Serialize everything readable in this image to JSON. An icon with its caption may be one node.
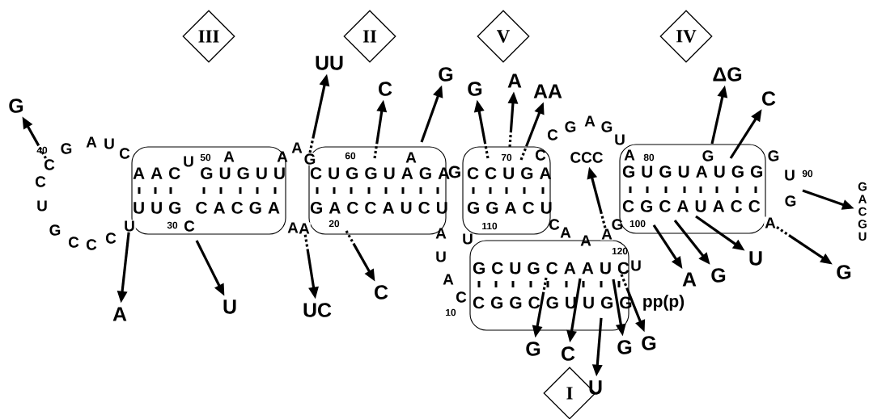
{
  "diagram": {
    "nodes": [
      {
        "text": [
          "III"
        ]
      },
      {
        "text": [
          "II"
        ]
      },
      {
        "text": [
          "V"
        ]
      },
      {
        "text": [
          "IV"
        ]
      },
      {
        "text": [
          "A A C",
          "G U G U U",
          "U U G",
          "C A C G A"
        ]
      },
      {
        "text": [
          "C U G G U A G A",
          "G A C C A U C U"
        ]
      },
      {
        "text": [
          "C C U G A",
          "G G A C U"
        ]
      },
      {
        "text": [
          "G U G U A U G G",
          "C G C A U A C C"
        ]
      },
      {
        "text": [
          "G C U G C A A U C",
          "C G G C G U U G G"
        ]
      },
      {
        "text": [
          "I"
        ]
      },
      {
        "text": [
          "C"
        ]
      },
      {
        "text": [
          "U"
        ]
      },
      {
        "text": [
          "G"
        ]
      },
      {
        "text": [
          "A"
        ]
      },
      {
        "text": [
          "A"
        ]
      },
      {
        "text": [
          "A"
        ]
      },
      {
        "text": [
          "G"
        ]
      },
      {
        "text": [
          "A"
        ]
      },
      {
        "text": [
          "U"
        ]
      },
      {
        "text": [
          "UC"
        ]
      },
      {
        "text": [
          "C"
        ]
      },
      {
        "text": [
          "UU"
        ]
      },
      {
        "text": [
          "C"
        ]
      },
      {
        "text": [
          "G"
        ]
      },
      {
        "text": [
          "G"
        ]
      },
      {
        "text": [
          "A"
        ]
      },
      {
        "text": [
          "AA"
        ]
      },
      {
        "text": [
          "CCC"
        ]
      },
      {
        "text": [
          "ΔG"
        ]
      },
      {
        "text": [
          "C"
        ]
      },
      {
        "text": [
          "G A C G U"
        ]
      },
      {
        "text": [
          "A"
        ]
      },
      {
        "text": [
          "G"
        ]
      },
      {
        "text": [
          "U"
        ]
      },
      {
        "text": [
          "G"
        ]
      },
      {
        "text": [
          "G"
        ]
      },
      {
        "text": [
          "C"
        ]
      },
      {
        "text": [
          "U"
        ]
      },
      {
        "text": [
          "G"
        ]
      },
      {
        "text": [
          "G"
        ]
      }
    ],
    "edges": [
      {
        "from": 10,
        "to": 16,
        "arrow": "to",
        "style": "dashed"
      },
      {
        "from": 11,
        "to": 17,
        "arrow": "to"
      },
      {
        "from": 4,
        "to": 18,
        "arrow": "to"
      },
      {
        "from": 13,
        "to": 19,
        "arrow": "to",
        "style": "dashed"
      },
      {
        "from": 5,
        "to": 20,
        "arrow": "to",
        "style": "dashed"
      },
      {
        "from": 12,
        "to": 21,
        "arrow": "to",
        "style": "dashed"
      },
      {
        "from": 5,
        "to": 22,
        "arrow": "to",
        "style": "dashed"
      },
      {
        "from": 5,
        "to": 23,
        "arrow": "to"
      },
      {
        "from": 6,
        "to": 24,
        "arrow": "to",
        "style": "dashed"
      },
      {
        "from": 6,
        "to": 25,
        "arrow": "to",
        "style": "dashed"
      },
      {
        "from": 6,
        "to": 26,
        "arrow": "to",
        "style": "dashed"
      },
      {
        "from": 14,
        "to": 27,
        "arrow": "to",
        "style": "dashed"
      },
      {
        "from": 7,
        "to": 28,
        "arrow": "to"
      },
      {
        "from": 7,
        "to": 29,
        "arrow": "to"
      },
      {
        "from": null,
        "to": 30,
        "arrow": "to"
      },
      {
        "from": 7,
        "to": 31,
        "arrow": "to"
      },
      {
        "from": 7,
        "to": 32,
        "arrow": "to"
      },
      {
        "from": 7,
        "to": 33,
        "arrow": "to"
      },
      {
        "from": 15,
        "to": 34,
        "arrow": "to",
        "style": "dashed"
      },
      {
        "from": 8,
        "to": 35,
        "arrow": "to",
        "style": "dashed"
      },
      {
        "from": 8,
        "to": 36,
        "arrow": "to"
      },
      {
        "from": 8,
        "to": 37,
        "arrow": "to"
      },
      {
        "from": 8,
        "to": 38,
        "arrow": "to"
      },
      {
        "from": 8,
        "to": 39,
        "arrow": "to",
        "style": "dashed"
      }
    ],
    "labels": [
      "40",
      "G",
      "A",
      "U",
      "C",
      "U",
      "50",
      "A",
      "A",
      "A",
      "C",
      "U",
      "G",
      "C",
      "C",
      "C",
      "30",
      "C",
      "A",
      "60",
      "A",
      "20",
      "A",
      "G",
      "70",
      "C",
      "C",
      "G",
      "A",
      "G",
      "U",
      "U",
      "110",
      "C",
      "A",
      "A",
      "80",
      "G",
      "G",
      "U",
      "90",
      "G",
      "G",
      "100",
      "U",
      "A",
      "C",
      "10",
      "A",
      "120",
      "U",
      "pp(p)"
    ]
  }
}
